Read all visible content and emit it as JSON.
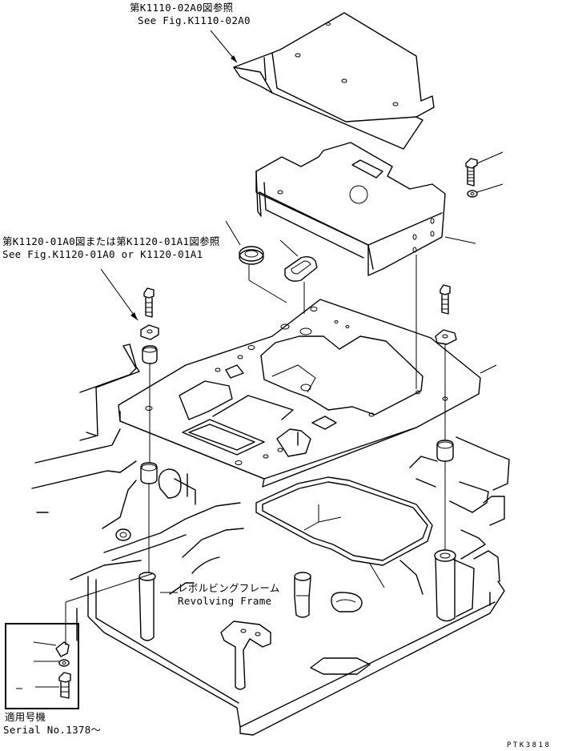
{
  "labels": {
    "ref_cover_jp": "第K1110-02A0図参照",
    "ref_cover_en": "See Fig.K1110-02A0",
    "ref_floor_jp": "第K1120-01A0図または第K1120-01A1図参照",
    "ref_floor_en": "See Fig.K1120-01A0 or K1120-01A1",
    "revolving_frame_jp": "レボルビングフレーム",
    "revolving_frame_en": "Revolving Frame",
    "serial_jp": "適用号機",
    "serial_en": "Serial No.1378～",
    "drawing_code": "PTK3818"
  }
}
